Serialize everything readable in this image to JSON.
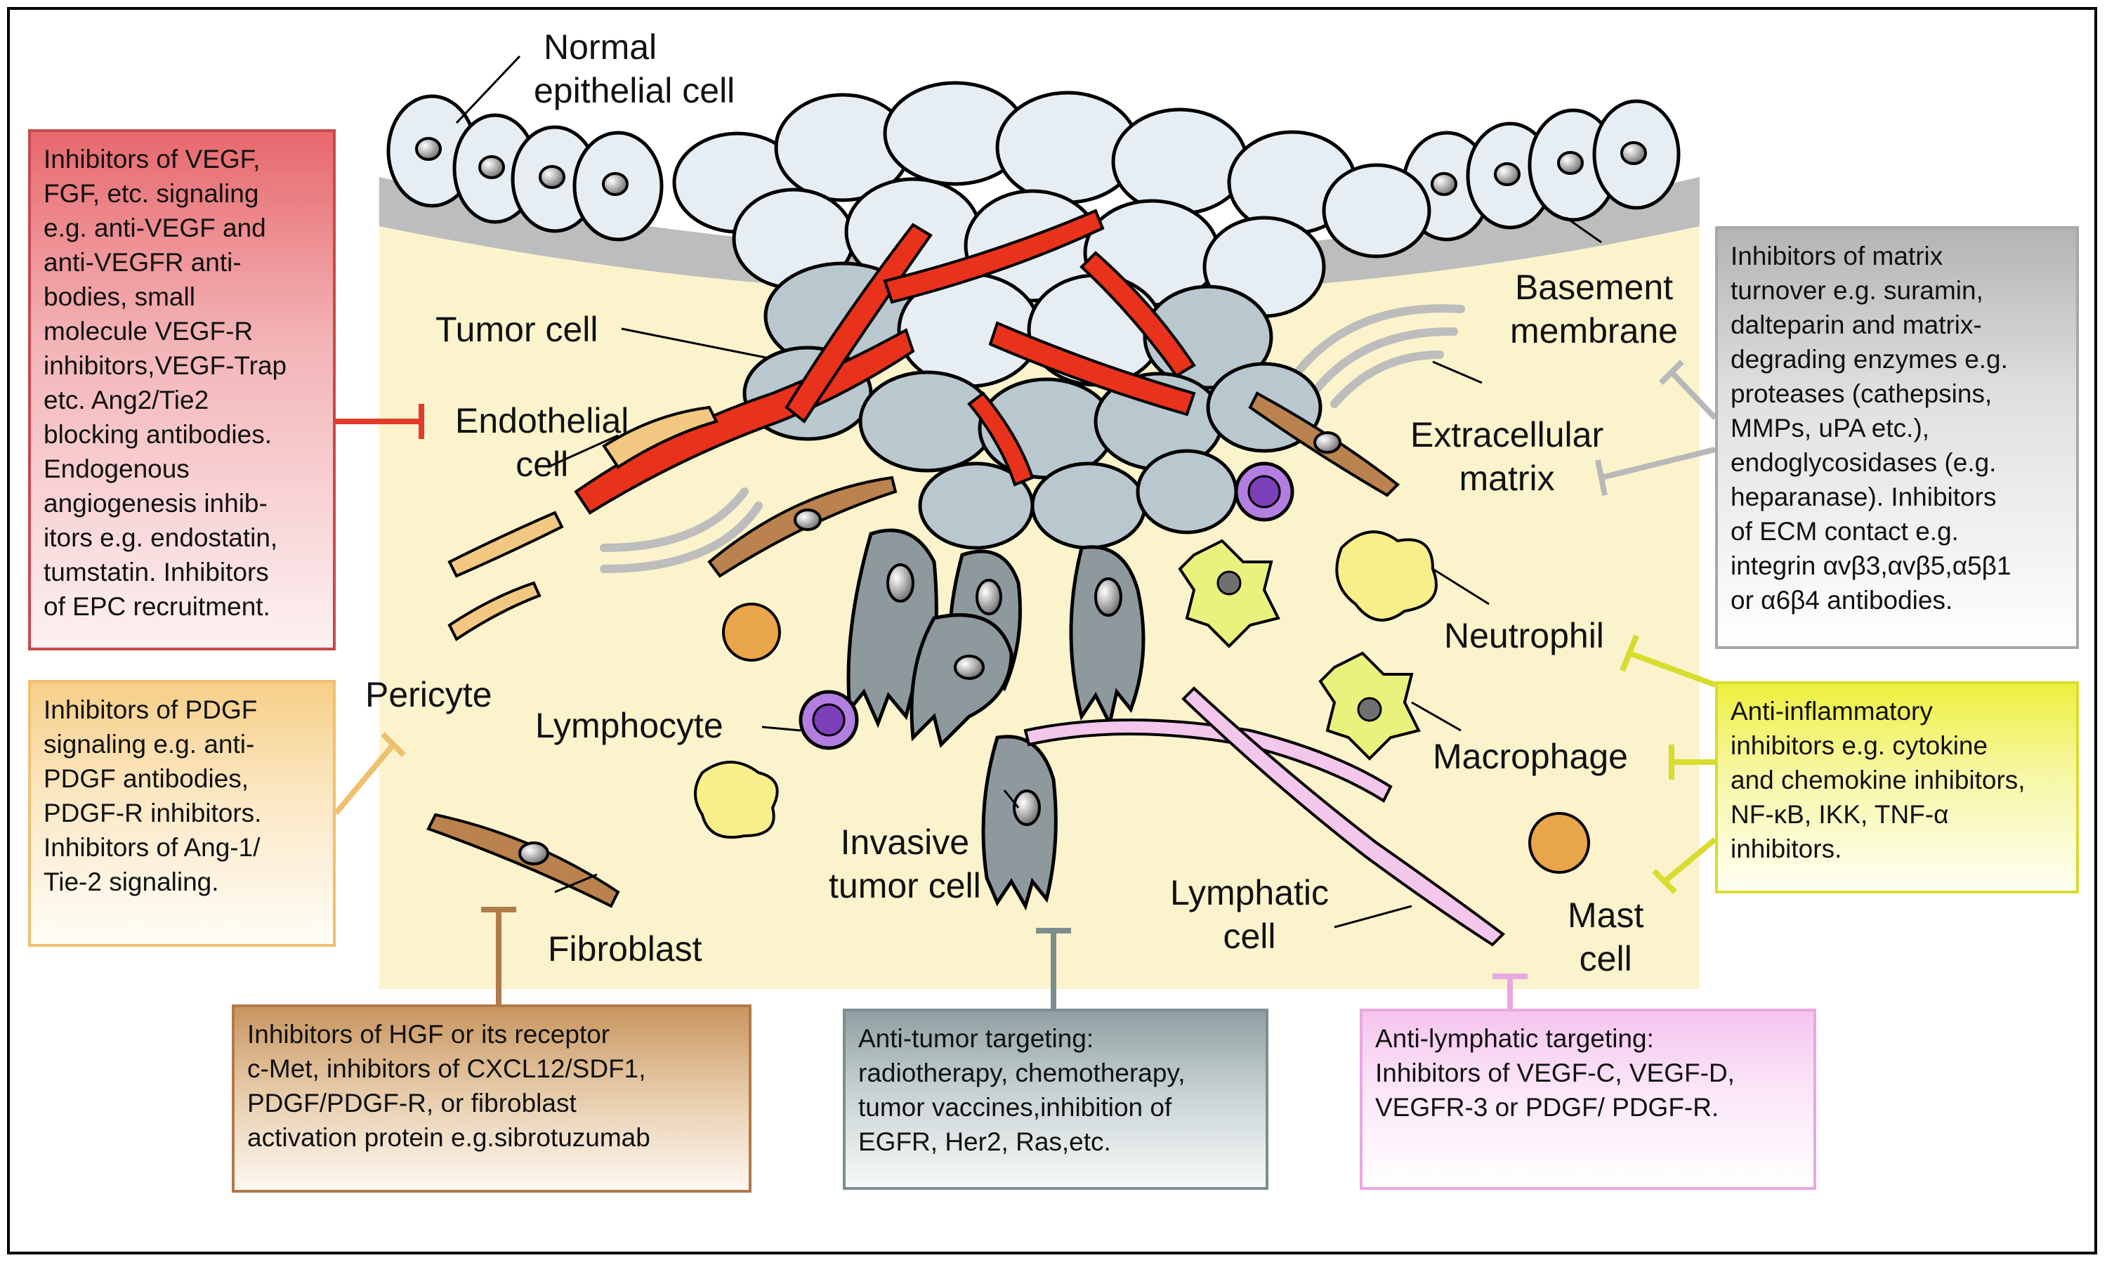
{
  "labels": {
    "normal_epithelial": [
      "Normal",
      "epithelial cell"
    ],
    "tumor_cell": "Tumor cell",
    "endothelial": [
      "Endothelial",
      "cell"
    ],
    "pericyte": "Pericyte",
    "lymphocyte": "Lymphocyte",
    "fibroblast": "Fibroblast",
    "invasive": [
      "Invasive",
      "tumor cell"
    ],
    "lymphatic": [
      "Lymphatic",
      "cell"
    ],
    "basement": [
      "Basement",
      "membrane"
    ],
    "extracellular": [
      "Extracellular",
      "matrix"
    ],
    "neutrophil": "Neutrophil",
    "macrophage": "Macrophage",
    "mast": [
      "Mast",
      "cell"
    ]
  },
  "boxes": {
    "vegf": [
      "Inhibitors of VEGF,",
      "FGF, etc. signaling",
      "e.g. anti-VEGF and",
      "anti-VEGFR anti-",
      "bodies, small",
      "molecule VEGF-R",
      "inhibitors,VEGF-Trap",
      "etc. Ang2/Tie2",
      "blocking antibodies.",
      "Endogenous",
      "angiogenesis inhib-",
      "itors e.g. endostatin,",
      "tumstatin. Inhibitors",
      "of EPC recruitment."
    ],
    "pdgf": [
      "Inhibitors of  PDGF",
      "signaling e.g. anti-",
      "PDGF antibodies,",
      "PDGF-R inhibitors.",
      "Inhibitors of Ang-1/",
      "Tie-2 signaling."
    ],
    "matrix": [
      "Inhibitors of matrix",
      "turnover e.g. suramin,",
      "dalteparin and matrix-",
      "degrading enzymes e.g.",
      "proteases (cathepsins,",
      "MMPs, uPA etc.),",
      "endoglycosidases (e.g.",
      "heparanase). Inhibitors",
      "of ECM contact e.g.",
      "integrin αvβ3,αvβ5,α5β1",
      " or α6β4 antibodies."
    ],
    "inflam": [
      "Anti-inflammatory",
      "inhibitors e.g. cytokine",
      "and chemokine inhibitors,",
      "NF-κB, IKK, TNF-α",
      "inhibitors."
    ],
    "hgf": [
      "Inhibitors of  HGF or its receptor",
      "c-Met, inhibitors of CXCL12/SDF1,",
      "PDGF/PDGF-R, or fibroblast",
      "activation protein e.g.sibrotuzumab"
    ],
    "tumor": [
      "Anti-tumor targeting:",
      "radiotherapy, chemotherapy,",
      "tumor vaccines,inhibition of",
      "EGFR, Her2, Ras,etc."
    ],
    "lymph": [
      "Anti-lymphatic targeting:",
      "Inhibitors of VEGF-C, VEGF-D,",
      "VEGFR-3 or PDGF/ PDGF-R."
    ]
  },
  "colors": {
    "stroma": "#fbf3cc",
    "basement_membrane": "#bdbdbd",
    "epithelial_cell": "#e6eef3",
    "tumor_cell": "#b9c7cf",
    "invasive_cell": "#8e999d",
    "endothelial": "#e8321c",
    "pericyte": "#f2c782",
    "fibroblast": "#b9824e",
    "lymphocyte": "#b27fe0",
    "neutrophil": "#f8ef8a",
    "macrophage": "#e8f27c",
    "mast_cell": "#e9a54a",
    "lymphatic": "#f3c6ec"
  }
}
